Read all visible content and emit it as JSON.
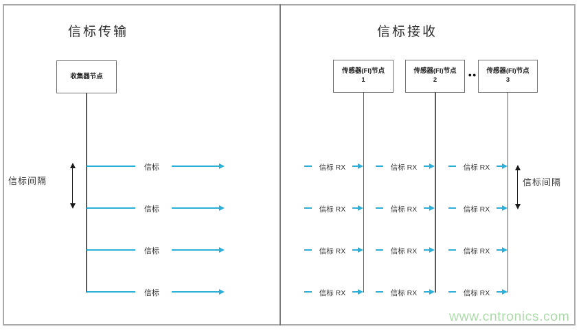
{
  "left_panel": {
    "title": "信标传输",
    "collector_node_label": "收集器节点",
    "beacon_label": "信标",
    "interval_label": "信标间隔"
  },
  "right_panel": {
    "title": "信标接收",
    "sensor_node_label": "传感器(FI)节点",
    "sensor_nodes": [
      {
        "number": "1"
      },
      {
        "number": "2"
      },
      {
        "number": "3"
      }
    ],
    "ellipsis": "●●",
    "beacon_rx_label": "信标 RX",
    "interval_label": "信标间隔"
  },
  "watermark": "www.cntronics.com",
  "colors": {
    "beacon_cyan": "#2BAFD9",
    "line_gray": "#5a5a5a",
    "watermark_green": "#AEDBAB"
  }
}
